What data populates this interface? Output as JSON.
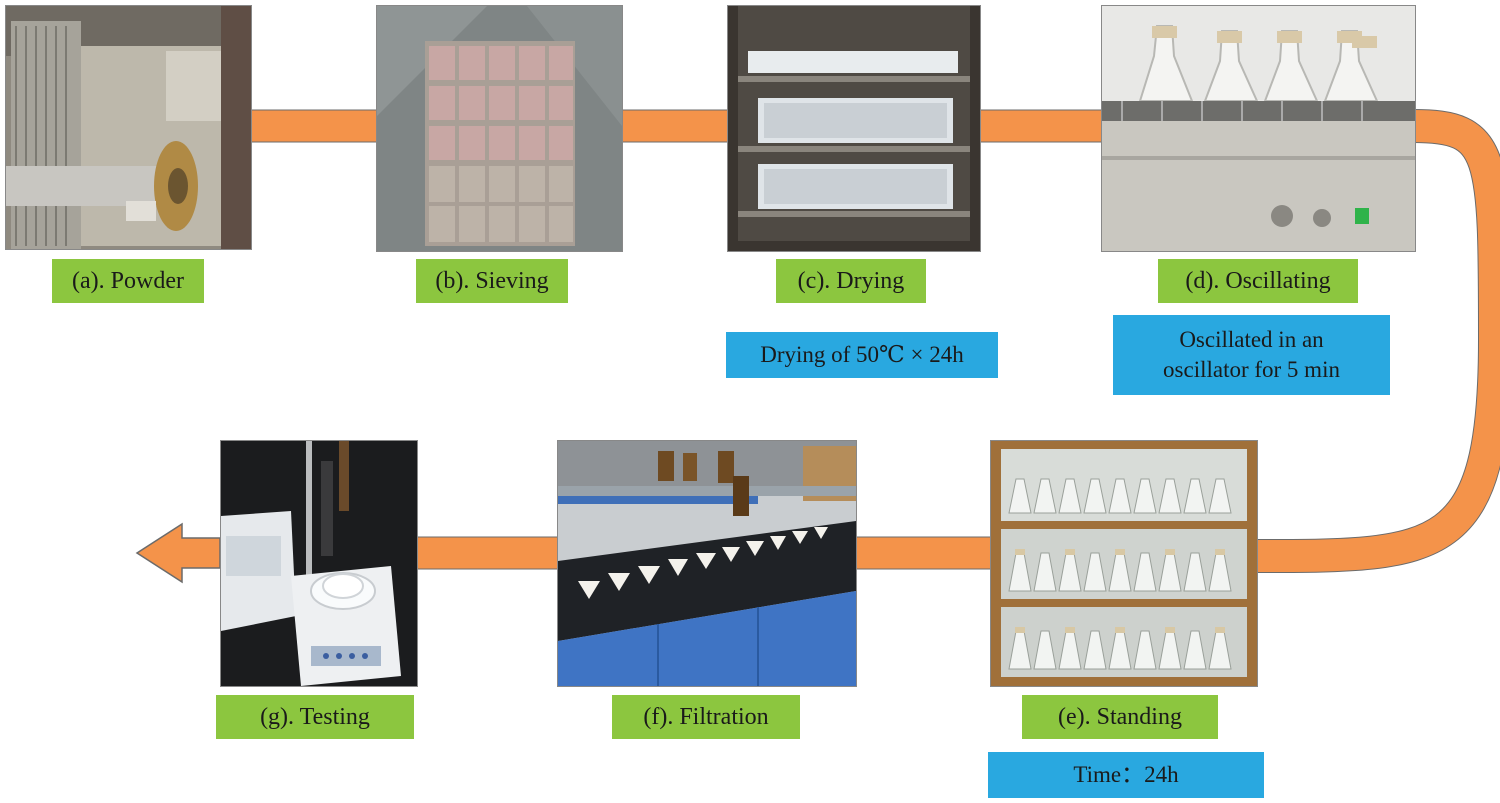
{
  "steps": [
    {
      "id": "a",
      "label": "(a). Powder"
    },
    {
      "id": "b",
      "label": "(b). Sieving"
    },
    {
      "id": "c",
      "label": "(c). Drying"
    },
    {
      "id": "d",
      "label": "(d). Oscillating"
    },
    {
      "id": "e",
      "label": "(e). Standing"
    },
    {
      "id": "f",
      "label": "(f). Filtration"
    },
    {
      "id": "g",
      "label": "(g). Testing"
    }
  ],
  "notes": {
    "drying": "Drying of 50℃ × 24h",
    "oscillating_line1": "Oscillated in an",
    "oscillating_line2": "oscillator for 5 min",
    "standing": "Time：24h"
  },
  "colors": {
    "arrow": "#f4934a",
    "arrow_outline": "#6b6b6b",
    "label_bg": "#8cc63f",
    "note_bg": "#29a8e0"
  }
}
